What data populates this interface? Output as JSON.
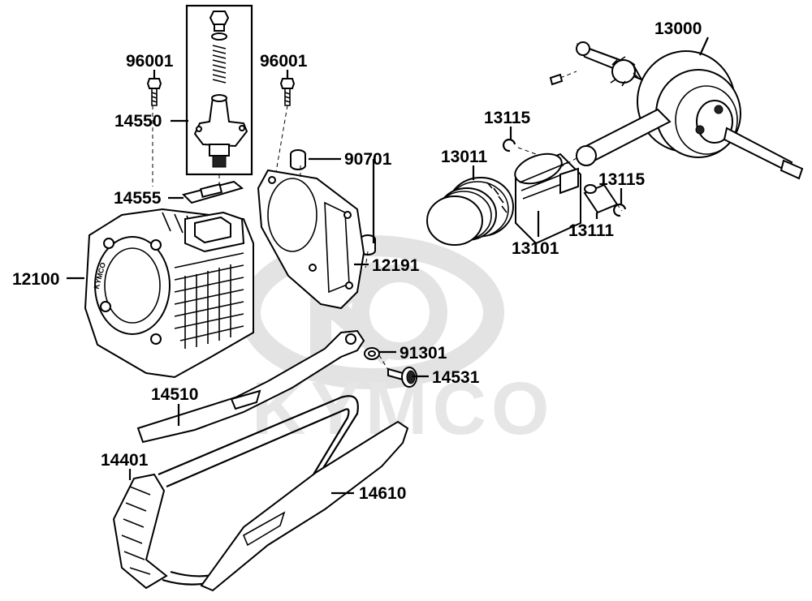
{
  "watermark": {
    "brand": "KYMCO",
    "engraved_text": "KYMCO"
  },
  "parts": {
    "tensioner_bolt_left": "96001",
    "tensioner_bolt_right": "96001",
    "cam_chain_tensioner": "14550",
    "tensioner_gasket": "14555",
    "cylinder": "12100",
    "dowel_pin": "90701",
    "cylinder_gasket": "12191",
    "crankshaft": "13000",
    "piston_clip_upper": "13115",
    "piston_rings": "13011",
    "piston_clip_lower": "13115",
    "piston_pin": "13111",
    "piston": "13101",
    "guide_washer": "91301",
    "guide_bolt": "14531",
    "tensioner_slipper": "14510",
    "cam_chain": "14401",
    "chain_guide": "14610"
  }
}
